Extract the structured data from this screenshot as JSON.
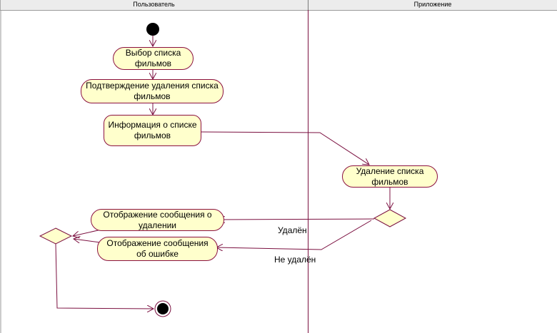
{
  "swimlanes": {
    "user": "Пользователь",
    "app": "Приложение"
  },
  "activities": {
    "select_list": "Выбор списка фильмов",
    "confirm_delete": "Подтверждение удаления списка фильмов",
    "list_info": "Информация о списке фильмов",
    "delete_list": "Удаление списка фильмов",
    "show_deleted_msg": "Отображение сообщения о удалении",
    "show_error_msg": "Отображение сообщения об ошибке"
  },
  "guards": {
    "deleted": "Удалён",
    "not_deleted": "Не удалён"
  },
  "colors": {
    "line": "#7b1040",
    "activity_fill": "#ffffcc",
    "node_fill": "#000000"
  }
}
